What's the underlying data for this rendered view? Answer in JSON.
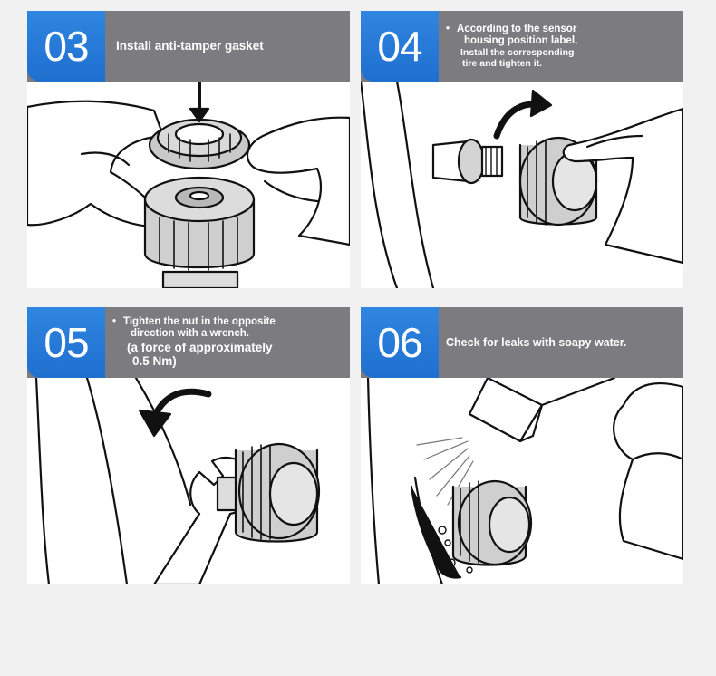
{
  "steps": [
    {
      "number": "03",
      "lines": [
        "Install anti-tamper gasket"
      ]
    },
    {
      "number": "04",
      "lines": [
        "According to the sensor",
        "housing position label,",
        "Install the corresponding",
        "tire and tighten it."
      ]
    },
    {
      "number": "05",
      "lines": [
        "Tighten the nut in the opposite",
        "direction with a wrench.",
        "(a force of approximately",
        "0.5 Nm)"
      ]
    },
    {
      "number": "06",
      "lines": [
        "Check for leaks with soapy water."
      ]
    }
  ],
  "colors": {
    "badge_blue": "#2576d8",
    "header_gray": "#7c7c80",
    "background": "#f1f1f1"
  }
}
